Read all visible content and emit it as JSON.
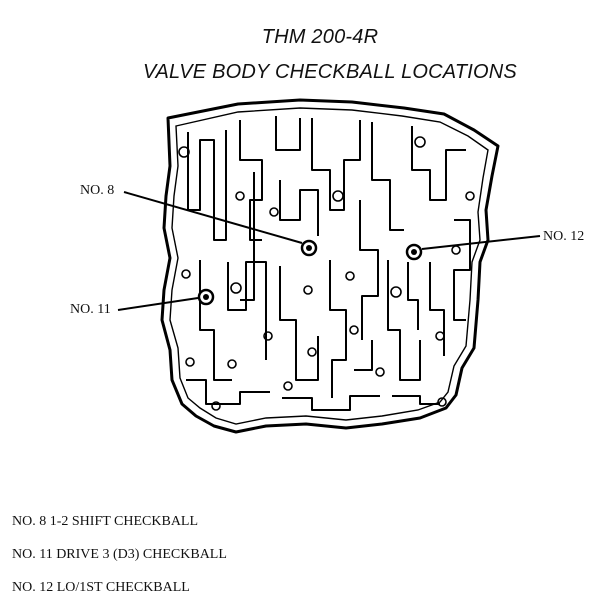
{
  "title": {
    "line1": "THM  200-4R",
    "line2": "VALVE BODY CHECKBALL LOCATIONS"
  },
  "callouts": {
    "no8": "NO. 8",
    "no11": "NO. 11",
    "no12": "NO. 12"
  },
  "legend": [
    "NO.  8  1-2 SHIFT CHECKBALL",
    "NO.  11 DRIVE 3 (D3) CHECKBALL",
    "NO.  12 LO/1ST CHECKBALL"
  ]
}
